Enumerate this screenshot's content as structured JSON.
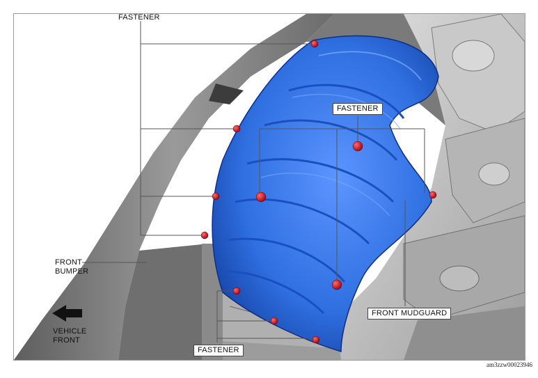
{
  "labels": {
    "fastener_top": "FASTENER",
    "fastener_center": "FASTENER",
    "fastener_bottom": "FASTENER",
    "front_mudguard": "FRONT MUDGUARD",
    "front_bumper_line1": "FRONT",
    "front_bumper_line2": "BUMPER",
    "vehicle_front_line1": "VEHICLE",
    "vehicle_front_line2": "FRONT"
  },
  "image_code": "am3zzw00023946",
  "colors": {
    "mudguard_blue": "#2f6fe0",
    "fastener_red": "#d0141c",
    "body_gray": "#8a8a8a",
    "leader_line": "#555555"
  }
}
